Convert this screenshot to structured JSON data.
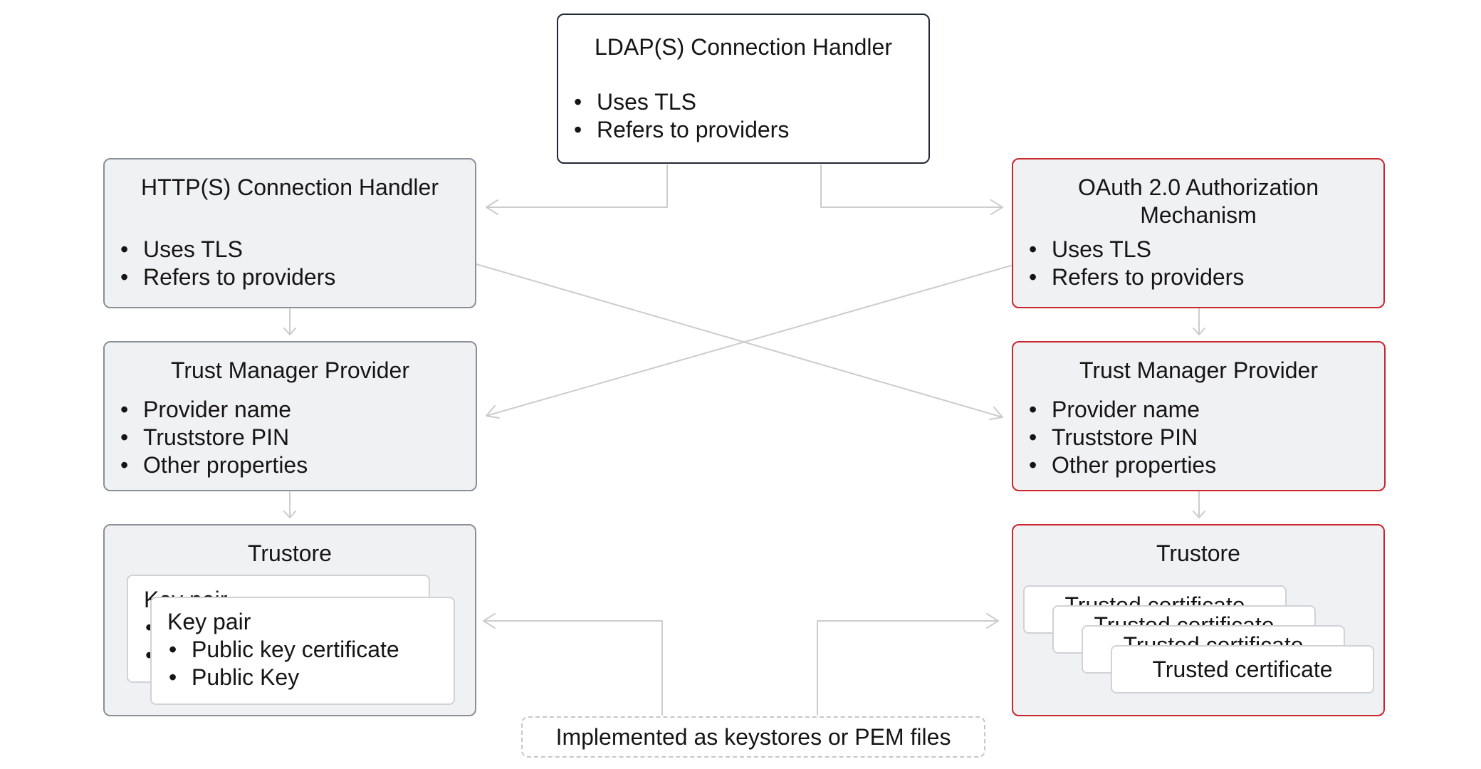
{
  "ldap": {
    "title": "LDAP(S) Connection Handler",
    "items": [
      "Uses TLS",
      "Refers to providers"
    ]
  },
  "http": {
    "title": "HTTP(S) Connection Handler",
    "items": [
      "Uses TLS",
      "Refers to providers"
    ]
  },
  "oauth": {
    "title_line1": "OAuth 2.0 Authorization",
    "title_line2": "Mechanism",
    "items": [
      "Uses TLS",
      "Refers to providers"
    ]
  },
  "tmp_left": {
    "title": "Trust Manager Provider",
    "items": [
      "Provider name",
      "Truststore PIN",
      "Other properties"
    ]
  },
  "tmp_right": {
    "title": "Trust Manager Provider",
    "items": [
      "Provider name",
      "Truststore PIN",
      "Other properties"
    ]
  },
  "trustore_left": {
    "title": "Trustore",
    "back_card_title": "Key pair",
    "front_card": {
      "title": "Key pair",
      "items": [
        "Public key certificate",
        "Public Key"
      ]
    }
  },
  "trustore_right": {
    "title": "Trustore",
    "certificates": [
      "Trusted certificate",
      "Trusted certificate",
      "Trusted certificate",
      "Trusted certificate"
    ]
  },
  "note": "Implemented as keystores or PEM files",
  "colors": {
    "neutral_border": "#8a9099",
    "dark_border": "#1f2733",
    "red_border": "#c9252c",
    "box_fill": "#f0f1f3",
    "connector": "#cccccc"
  }
}
